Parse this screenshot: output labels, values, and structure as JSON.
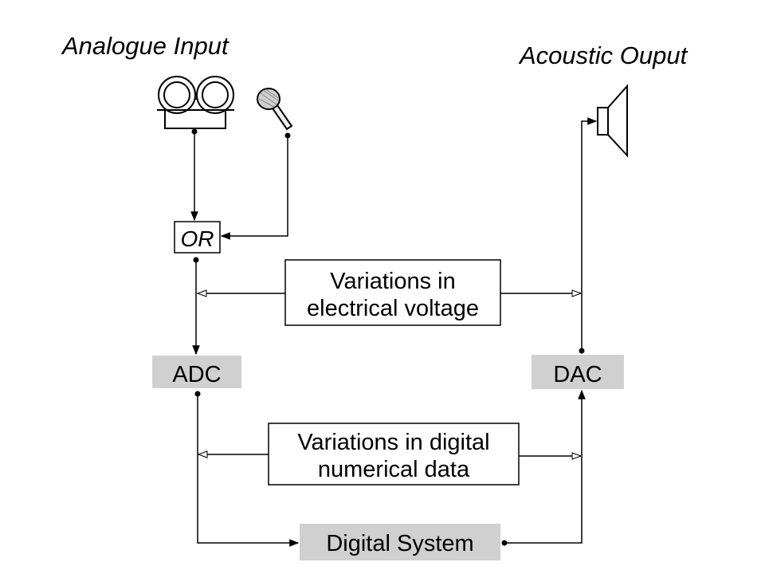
{
  "labels": {
    "input_title": "Analogue Input",
    "output_title": "Acoustic Ouput",
    "or_label": "OR",
    "adc": "ADC",
    "dac": "DAC",
    "voltage_line1": "Variations in",
    "voltage_line2": "electrical voltage",
    "digital_line1": "Variations in digital",
    "digital_line2": "numerical data",
    "digital_system": "Digital System"
  },
  "colors": {
    "block_fill": "#d0d0d0",
    "line": "#000000",
    "outline_arrow": "#ffffff"
  },
  "icons": {
    "tape": "tape-recorder-icon",
    "mic": "microphone-icon",
    "speaker": "speaker-icon"
  }
}
